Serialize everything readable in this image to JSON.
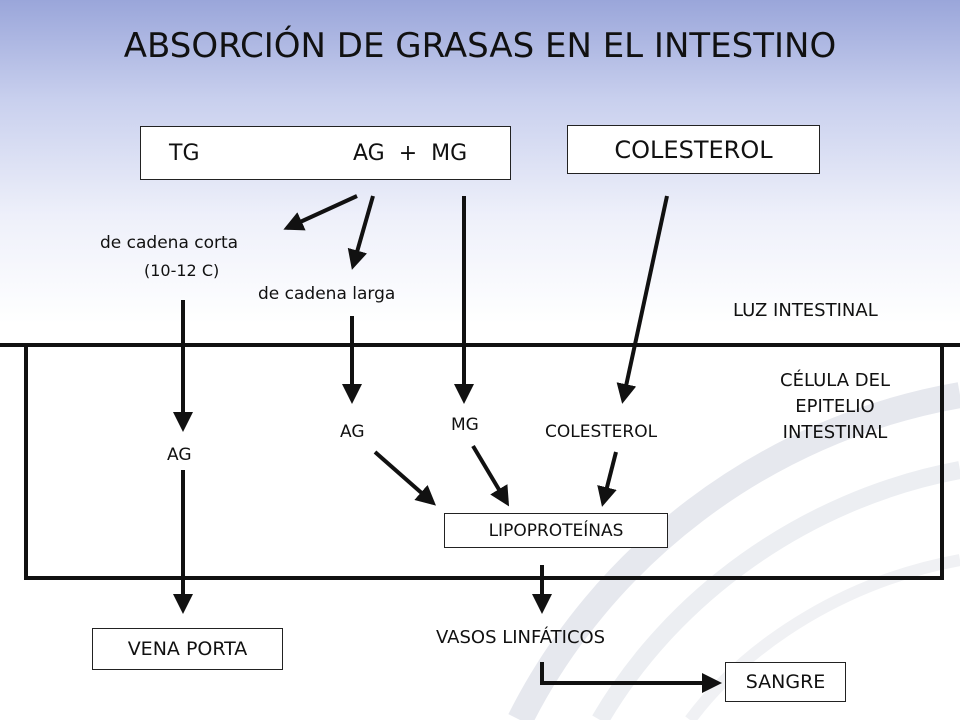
{
  "title": "ABSORCIÓN DE GRASAS EN EL INTESTINO",
  "reaction": {
    "substrate": "TG",
    "products": "AG  +  MG"
  },
  "cholesterol_box": "COLESTEROL",
  "short_chain": {
    "label": "de cadena corta",
    "detail": "(10-12 C)"
  },
  "long_chain": {
    "label": "de cadena larga"
  },
  "lumen_label": "LUZ INTESTINAL",
  "cell_label": [
    "CÉLULA DEL",
    "EPITELIO",
    "INTESTINAL"
  ],
  "cell_contents": {
    "ag_short": "AG",
    "ag_long": "AG",
    "mg": "MG",
    "cholesterol": "COLESTEROL",
    "lipoproteins": "LIPOPROTEÍNAS"
  },
  "outputs": {
    "portal_vein": "VENA PORTA",
    "lymph_vessels": "VASOS LINFÁTICOS",
    "blood": "SANGRE"
  },
  "colors": {
    "line": "#111111",
    "bg_top": "#9aa6da",
    "bg_bottom": "#ffffff"
  }
}
